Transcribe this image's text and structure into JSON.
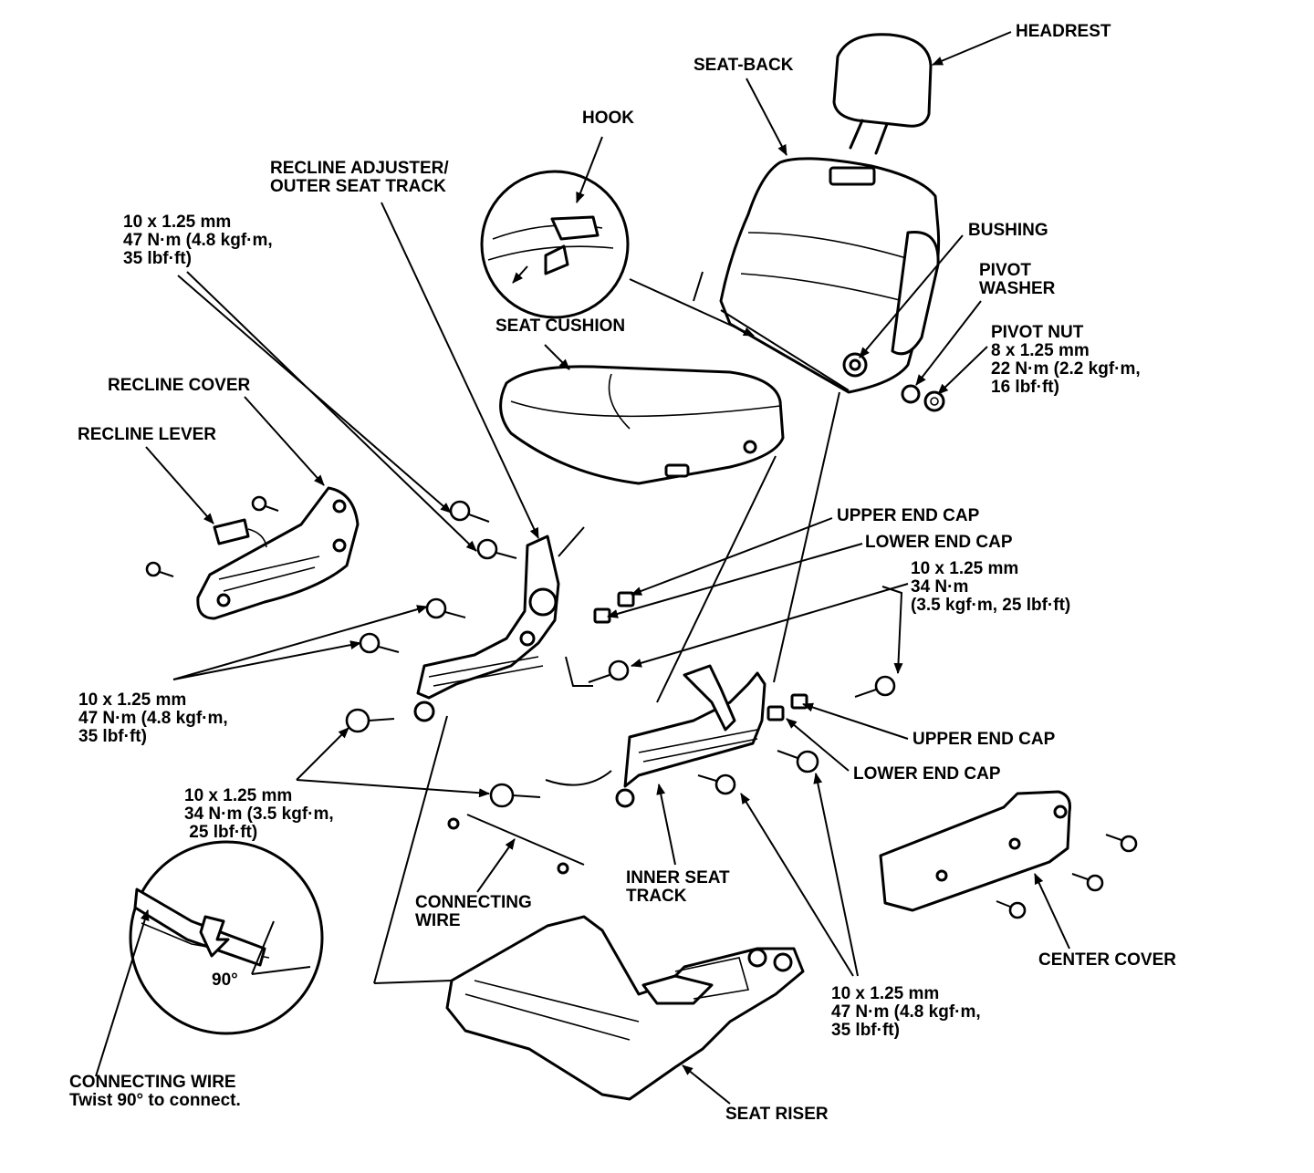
{
  "labels": {
    "headrest": "HEADREST",
    "seat_back": "SEAT-BACK",
    "hook": "HOOK",
    "recline_adjuster": [
      "RECLINE ADJUSTER/",
      "OUTER SEAT TRACK"
    ],
    "bolt_upper_left": [
      "10 x 1.25 mm",
      "47 N·m (4.8 kgf·m,",
      "35 lbf·ft)"
    ],
    "bushing": "BUSHING",
    "pivot_washer": [
      "PIVOT",
      "WASHER"
    ],
    "pivot_nut": [
      "PIVOT NUT",
      "8 x 1.25 mm",
      "22 N·m (2.2 kgf·m,",
      "16 lbf·ft)"
    ],
    "seat_cushion": "SEAT CUSHION",
    "recline_cover": "RECLINE COVER",
    "recline_lever": "RECLINE LEVER",
    "upper_end_cap_top": "UPPER END CAP",
    "lower_end_cap_top": "LOWER END CAP",
    "bolt_right_upper": [
      "10 x 1.25 mm",
      "34 N·m",
      "(3.5 kgf·m, 25 lbf·ft)"
    ],
    "bolt_mid_left": [
      "10 x 1.25 mm",
      "47 N·m (4.8 kgf·m,",
      "35 lbf·ft)"
    ],
    "upper_end_cap_bottom": "UPPER END CAP",
    "lower_end_cap_bottom": "LOWER END CAP",
    "bolt_lower_center": [
      "10 x 1.25 mm",
      "34 N·m (3.5 kgf·m,",
      " 25 lbf·ft)"
    ],
    "inner_seat_track": [
      "INNER SEAT",
      "TRACK"
    ],
    "connecting_wire": [
      "CONNECTING",
      "WIRE"
    ],
    "center_cover": "CENTER COVER",
    "angle": "90°",
    "bolt_lower_right": [
      "10 x 1.25 mm",
      "47 N·m (4.8 kgf·m,",
      "35 lbf·ft)"
    ],
    "connecting_wire_note": [
      "CONNECTING WIRE",
      "Twist 90° to connect."
    ],
    "seat_riser": "SEAT RISER"
  }
}
